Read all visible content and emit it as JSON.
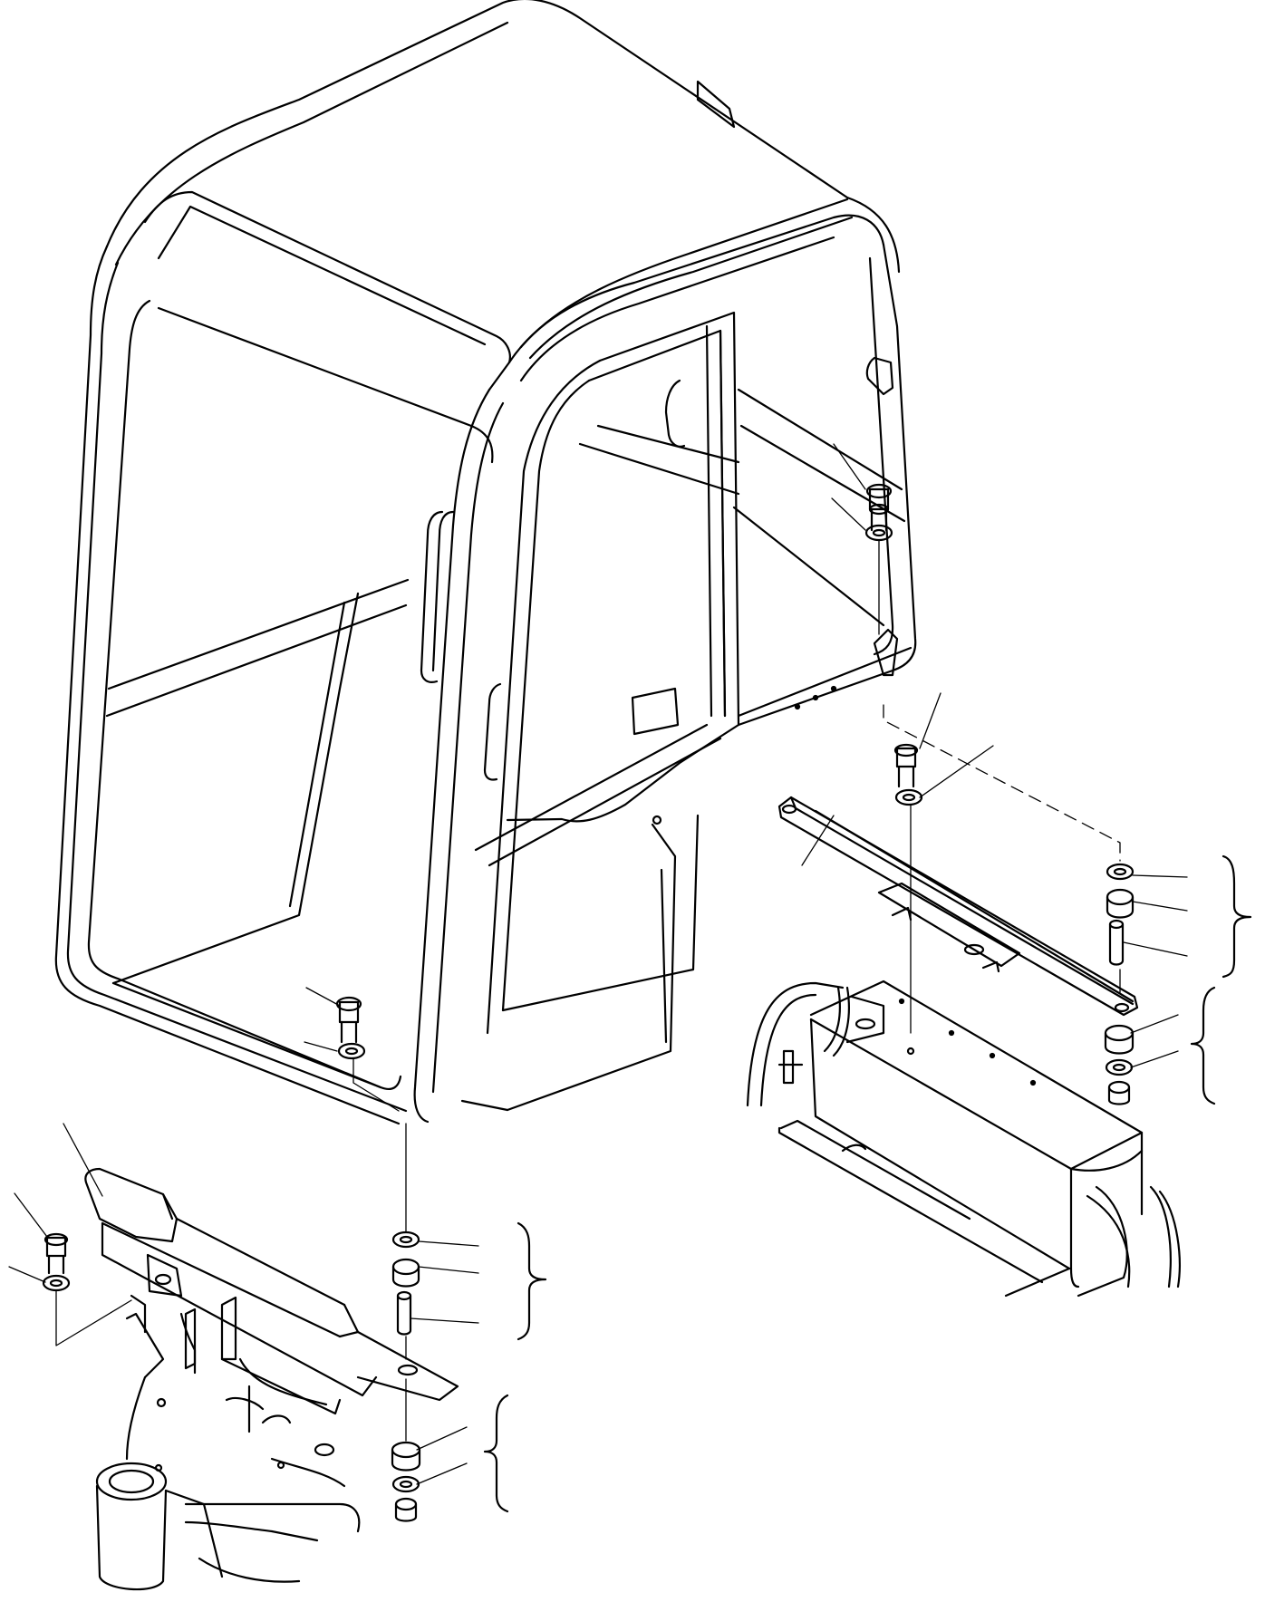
{
  "figure": {
    "description_visible_text": []
  },
  "colors": {
    "line": "#000000",
    "background": "#ffffff"
  },
  "parts": {
    "cab": "cab-frame",
    "left_bracket": "left-mount-bracket",
    "right_bracket": "right-mount-bracket",
    "left_base": "left-frame-base",
    "right_base": "right-frame-channel"
  }
}
